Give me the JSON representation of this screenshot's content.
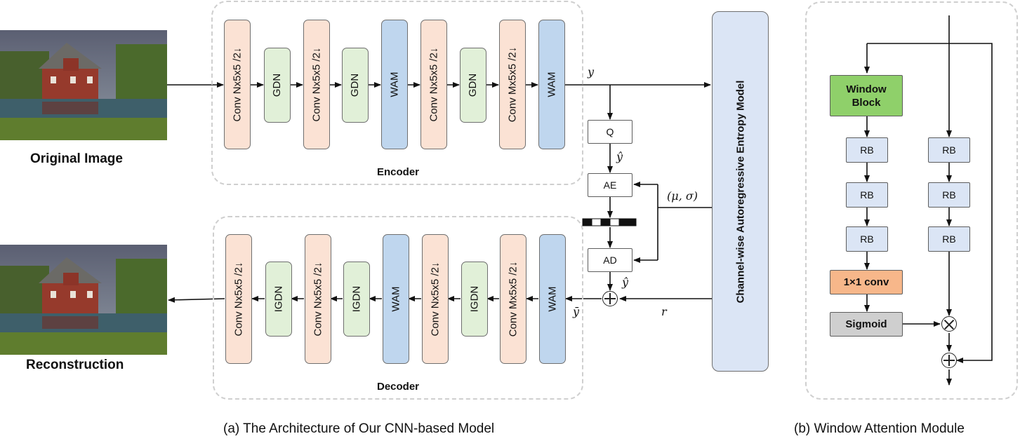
{
  "captions": {
    "a": "(a) The Architecture of Our CNN-based Model",
    "b": "(b) Window Attention Module"
  },
  "images": {
    "original_label": "Original Image",
    "reconstruction_label": "Reconstruction"
  },
  "encoder": {
    "label": "Encoder",
    "blocks": [
      "Conv Nx5x5 /2↓",
      "GDN",
      "Conv Nx5x5 /2↓",
      "GDN",
      "WAM",
      "Conv Nx5x5 /2↓",
      "GDN",
      "Conv Mx5x5 /2↓",
      "WAM"
    ]
  },
  "decoder": {
    "label": "Decoder",
    "blocks": [
      "Conv Nx5x5 /2↓",
      "IGDN",
      "Conv Nx5x5 /2↓",
      "IGDN",
      "WAM",
      "Conv Nx5x5 /2↓",
      "IGDN",
      "Conv Mx5x5 /2↓",
      "WAM"
    ]
  },
  "middle": {
    "q": "Q",
    "ae": "AE",
    "ad": "AD",
    "entropy_model": "Channel-wise Autoregressive Entropy Model"
  },
  "symbols": {
    "y": "y",
    "y_hat": "ŷ",
    "y_hat_2": "ŷ",
    "y_bar": "ȳ",
    "mu_sigma": "(μ, σ)",
    "r": "r"
  },
  "wam": {
    "window_block": "Window\nBlock",
    "rb_left": [
      "RB",
      "RB",
      "RB"
    ],
    "rb_right": [
      "RB",
      "RB",
      "RB"
    ],
    "conv": "1×1 conv",
    "sigmoid": "Sigmoid"
  },
  "colors": {
    "conv": "#fbe2d4",
    "gdn": "#e1f0d8",
    "wam": "#bfd6ee",
    "rb": "#dbe5f5",
    "window_block": "#8fd06a",
    "conv1x1": "#f7b78a",
    "sigmoid": "#cfcfcf"
  }
}
